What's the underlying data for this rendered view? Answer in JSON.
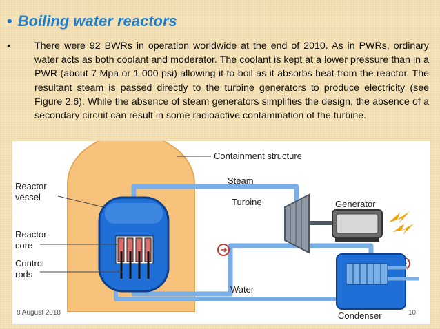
{
  "slide": {
    "bullet": "•",
    "title": "Boiling water reactors",
    "paragraph": "There were 92 BWRs in operation worldwide at the end of 2010. As in PWRs, ordinary water acts as both coolant and moderator. The coolant is kept at a lower pressure than in a PWR (about 7 Mpa or 1 000 psi) allowing it to boil as it absorbs heat from the reactor. The resultant steam is passed directly to the turbine generators to produce electricity (see Figure 2.6). While the absence of steam generators simplifies the design, the absence of a secondary circuit can result in some radioactive contamination of the turbine.",
    "date": "8 August 2018",
    "page_number": "10"
  },
  "figure": {
    "labels": {
      "containment": "Containment structure",
      "steam": "Steam",
      "turbine": "Turbine",
      "generator": "Generator",
      "reactor_vessel_1": "Reactor",
      "reactor_vessel_2": "vessel",
      "reactor_core_1": "Reactor",
      "reactor_core_2": "core",
      "control_rods_1": "Control",
      "control_rods_2": "rods",
      "water": "Water",
      "condenser": "Condenser"
    },
    "colors": {
      "title": "#1f7fcf",
      "containment_fill": "#f7c27c",
      "vessel_fill": "#1f6fd6",
      "pipe": "#79aee6",
      "turbine_fill": "#8f9aa6",
      "generator_fill": "#6d6d6d",
      "lightning": "#f2a000",
      "core_fill": "#d77070"
    }
  }
}
